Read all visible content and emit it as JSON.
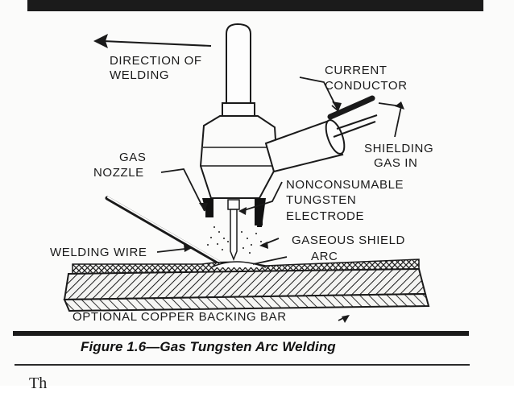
{
  "labels": {
    "direction_line1": "DIRECTION OF",
    "direction_line2": "WELDING",
    "current_line1": "CURRENT",
    "current_line2": "CONDUCTOR",
    "shielding_line1": "SHIELDING",
    "shielding_line2": "GAS IN",
    "nozzle_line1": "GAS",
    "nozzle_line2": "NOZZLE",
    "electrode_line1": "NONCONSUMABLE",
    "electrode_line2": "TUNGSTEN",
    "electrode_line3": "ELECTRODE",
    "gaseous_shield": "GASEOUS SHIELD",
    "arc": "ARC",
    "welding_wire": "WELDING WIRE",
    "backing_bar": "OPTIONAL COPPER BACKING BAR"
  },
  "caption": "Figure 1.6—Gas Tungsten Arc Welding",
  "trailing_text": "Th"
}
